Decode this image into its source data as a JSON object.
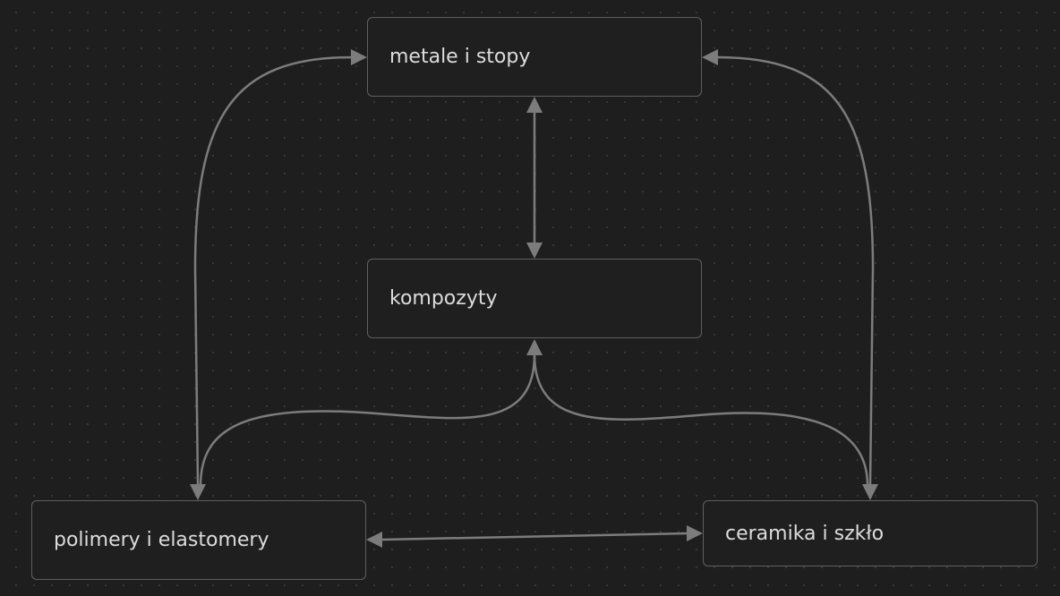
{
  "nodes": {
    "metale": {
      "label": "metale i stopy"
    },
    "kompozyty": {
      "label": "kompozyty"
    },
    "polimery": {
      "label": "polimery i elastomery"
    },
    "ceramika": {
      "label": "ceramika i szkło"
    }
  },
  "edges": [
    {
      "from": "metale i stopy",
      "to": "kompozyty",
      "direction": "both"
    },
    {
      "from": "metale i stopy",
      "to": "polimery i elastomery",
      "direction": "both"
    },
    {
      "from": "metale i stopy",
      "to": "ceramika i szkło",
      "direction": "both"
    },
    {
      "from": "kompozyty",
      "to": "polimery i elastomery",
      "direction": "both"
    },
    {
      "from": "kompozyty",
      "to": "ceramika i szkło",
      "direction": "both"
    },
    {
      "from": "polimery i elastomery",
      "to": "ceramika i szkło",
      "direction": "both"
    }
  ],
  "colors": {
    "background": "#1e1e1e",
    "node_border": "#5f5f5f",
    "edge": "#7c7c7c",
    "text": "#dcdcdc"
  }
}
